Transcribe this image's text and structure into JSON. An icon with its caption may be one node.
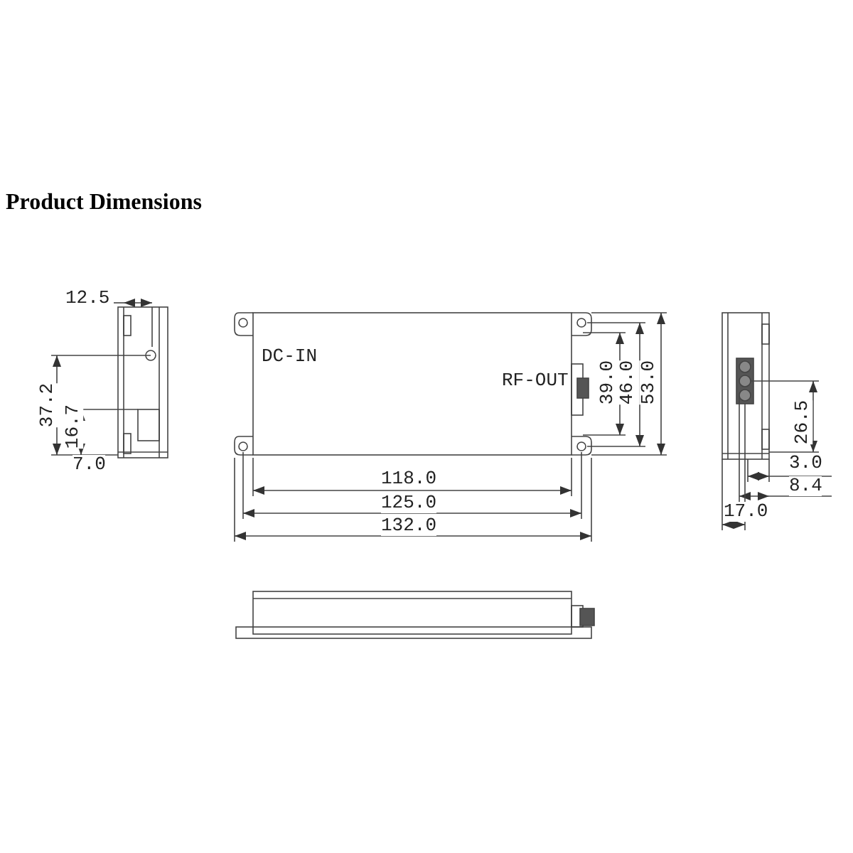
{
  "diagram": {
    "title": "Product Dimensions",
    "labels": [
      "12.5",
      "DC-IN",
      "RF-OUT",
      "39.0",
      "46.0",
      "53.0",
      "37.2",
      "26.5",
      "16.7",
      "3.0",
      "7.0",
      "118.0",
      "8.4",
      "125.0",
      "17.0",
      "132.0"
    ]
  }
}
